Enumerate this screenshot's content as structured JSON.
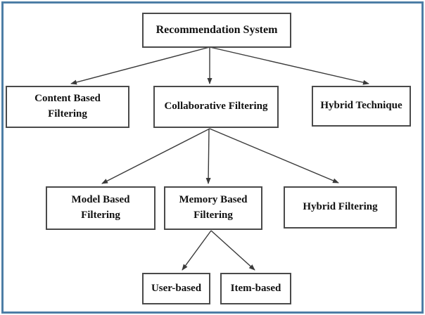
{
  "diagram": {
    "nodes": {
      "root": {
        "label": "Recommendation System"
      },
      "content": {
        "label": "Content Based Filtering"
      },
      "collaborative": {
        "label": "Collaborative Filtering"
      },
      "hybrid_technique": {
        "label": "Hybrid Technique"
      },
      "model": {
        "label": "Model Based Filtering"
      },
      "memory": {
        "label": "Memory Based Filtering"
      },
      "hybrid_filtering": {
        "label": "Hybrid Filtering"
      },
      "user_based": {
        "label": "User-based"
      },
      "item_based": {
        "label": "Item-based"
      }
    },
    "edges": [
      {
        "from": "root",
        "to": "content"
      },
      {
        "from": "root",
        "to": "collaborative"
      },
      {
        "from": "root",
        "to": "hybrid_technique"
      },
      {
        "from": "collaborative",
        "to": "model"
      },
      {
        "from": "collaborative",
        "to": "memory"
      },
      {
        "from": "collaborative",
        "to": "hybrid_filtering"
      },
      {
        "from": "memory",
        "to": "user_based"
      },
      {
        "from": "memory",
        "to": "item_based"
      }
    ],
    "colors": {
      "frame_border": "#4d7ea6",
      "box_border": "#4a4a4a",
      "arrow": "#3a3a3a",
      "text": "#111111",
      "background": "#ffffff"
    }
  }
}
